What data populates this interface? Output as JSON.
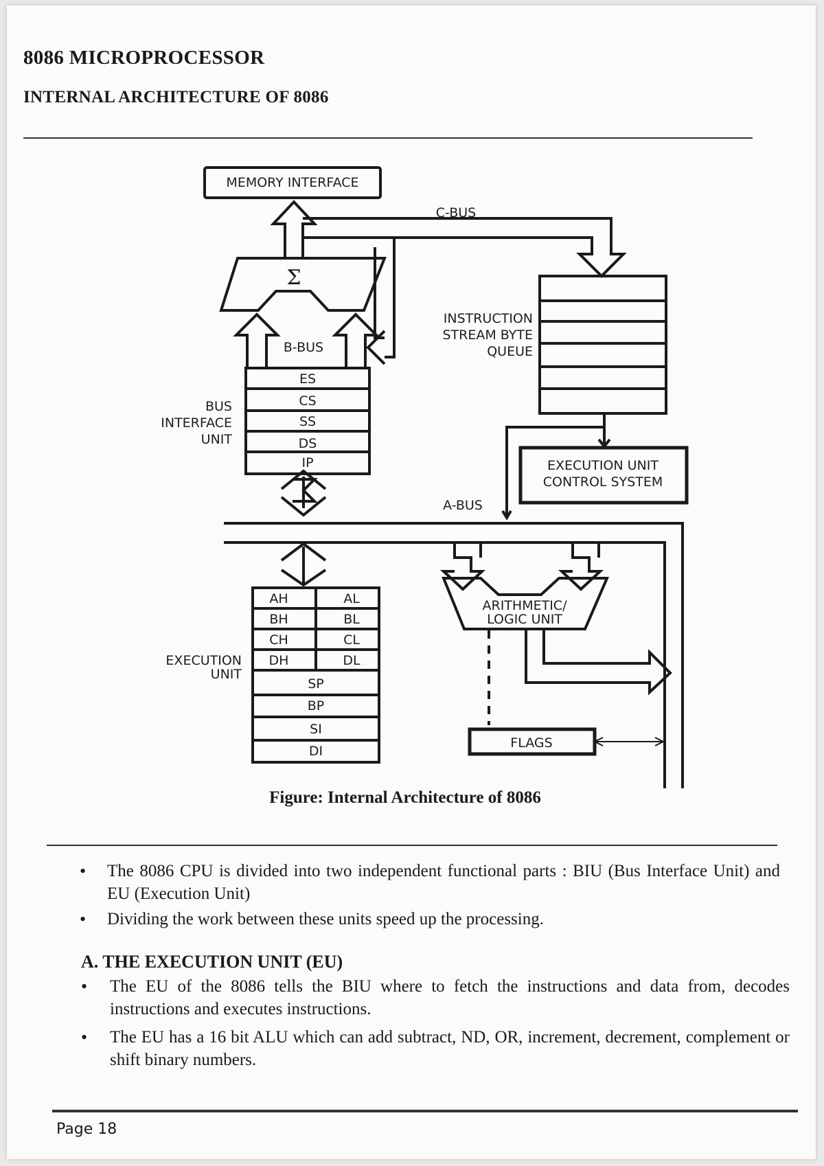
{
  "header": {
    "title": "8086 MICROPROCESSOR",
    "subtitle": "INTERNAL ARCHITECTURE OF 8086"
  },
  "diagram": {
    "memory_interface": "MEMORY INTERFACE",
    "sigma": "Σ",
    "c_bus": "C-BUS",
    "b_bus": "B-BUS",
    "a_bus": "A-BUS",
    "queue_label": [
      "INSTRUCTION",
      "STREAM BYTE",
      "QUEUE"
    ],
    "biu_label": [
      "BUS",
      "INTERFACE",
      "UNIT"
    ],
    "segment_registers": [
      "ES",
      "CS",
      "SS",
      "DS",
      "IP"
    ],
    "eu_control": [
      "EXECUTION UNIT",
      "CONTROL SYSTEM"
    ],
    "eu_label": [
      "EXECUTION",
      "UNIT"
    ],
    "general_registers_high": [
      "AH",
      "BH",
      "CH",
      "DH"
    ],
    "general_registers_low": [
      "AL",
      "BL",
      "CL",
      "DL"
    ],
    "pointer_registers": [
      "SP",
      "BP",
      "SI",
      "DI"
    ],
    "alu_label": [
      "ARITHMETIC/",
      "LOGIC UNIT"
    ],
    "flags": "FLAGS",
    "caption": "Figure: Internal Architecture of 8086"
  },
  "intro_bullets": [
    "The 8086 CPU is divided into two independent functional parts : BIU (Bus Interface Unit) and EU (Execution Unit)",
    "Dividing the work between these units speed up the processing."
  ],
  "section_a": {
    "heading": "A.  THE EXECUTION UNIT (EU)",
    "bullets": [
      "The EU of the 8086 tells the BIU where to fetch the instructions and data from, decodes instructions and executes instructions.",
      "The EU has a 16 bit ALU which can add subtract, ND, OR, increment, decrement, complement or shift binary numbers."
    ]
  },
  "footer": {
    "page": "Page 18"
  }
}
